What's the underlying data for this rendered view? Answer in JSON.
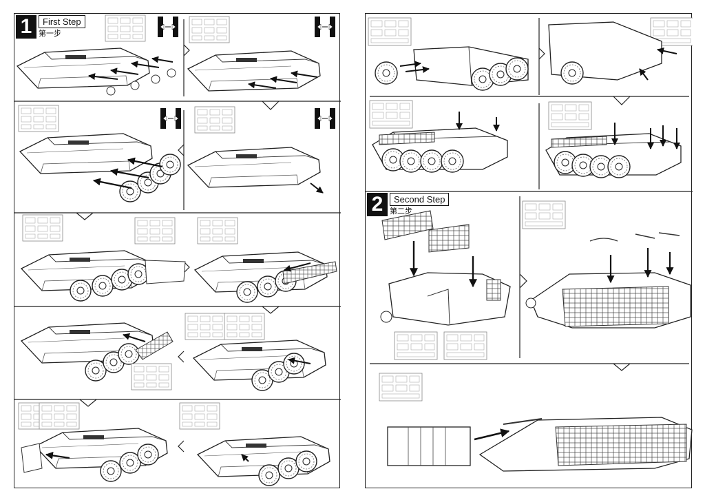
{
  "left_page": {
    "step": {
      "number": "1",
      "title": "First Step",
      "subtitle": "第一步"
    }
  },
  "right_page": {
    "step": {
      "number": "2",
      "title": "Second Step",
      "subtitle": "第二步"
    }
  },
  "icons": {
    "flip": "flip-vehicle-icon",
    "parts": "parts-sprue-icon",
    "arrow": "assembly-arrow-icon"
  },
  "colors": {
    "ink": "#111111",
    "paper": "#ffffff",
    "hatch": "#cccccc"
  }
}
